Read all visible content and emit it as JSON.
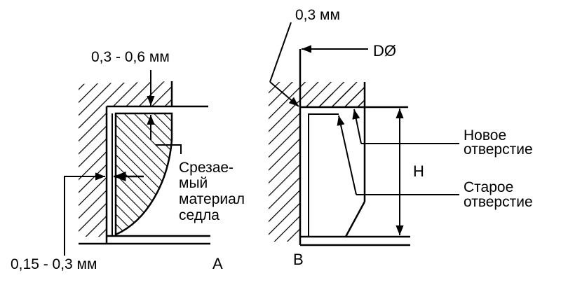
{
  "figure_a": {
    "gap_top": "0,3 - 0,6 мм",
    "gap_side": "0,15 - 0,3 мм",
    "cut_material": [
      "Срезае-",
      "мый",
      "материал",
      "седла"
    ],
    "label": "A"
  },
  "figure_b": {
    "chamfer": "0,3 мм",
    "diameter": "DØ",
    "height": "H",
    "new_hole": [
      "Новое",
      "отверстие"
    ],
    "old_hole": [
      "Старое",
      "отверстие"
    ],
    "label": "B"
  }
}
